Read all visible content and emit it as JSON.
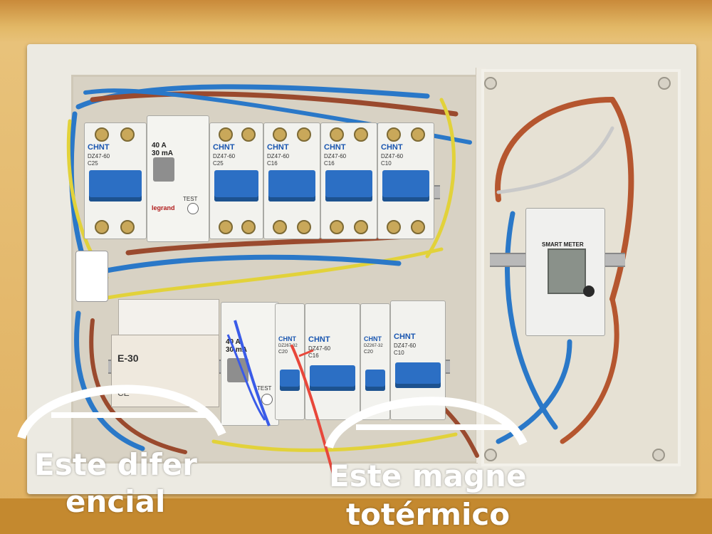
{
  "image": {
    "description_tags": [
      "electrical-panel",
      "circuit-breakers",
      "smart-meter"
    ]
  },
  "panel": {
    "top_breakers": [
      {
        "brand": "CHNT",
        "model": "DZ47-60",
        "rating": "C25"
      },
      {
        "brand": "CHNT",
        "model": "DZ47-60",
        "rating": "C25"
      },
      {
        "brand": "CHNT",
        "model": "DZ47-60",
        "rating": "C16"
      },
      {
        "brand": "CHNT",
        "model": "DZ47-60",
        "rating": "C16"
      },
      {
        "brand": "CHNT",
        "model": "DZ47-60",
        "rating": "C10"
      }
    ],
    "top_rcd": {
      "rating_line1": "40 A",
      "rating_line2": "30 mA",
      "brand": "legrand",
      "test": "TEST"
    },
    "bottom_rcd": {
      "rating_line1": "40 A",
      "rating_line2": "30 mA",
      "test": "TEST"
    },
    "bottom_breakers": [
      {
        "brand": "CHNT",
        "model": "DZ267-32",
        "rating": "C20"
      },
      {
        "brand": "CHNT",
        "model": "DZ47-60",
        "rating": "C16"
      },
      {
        "brand": "CHNT",
        "model": "DZ267-32",
        "rating": "C20"
      },
      {
        "brand": "CHNT",
        "model": "DZ47-60",
        "rating": "C10"
      }
    ],
    "surge_module": {
      "label": "E-30",
      "mark": "CE"
    },
    "smart_meter": {
      "title": "SMART METER"
    }
  },
  "annotations": {
    "left_label_line1": "Este difer",
    "left_label_line2": "encial",
    "right_label_line1": "Este magne",
    "right_label_line2": "totérmico"
  },
  "colors": {
    "annotation_text": "#ffffff",
    "breaker_toggle": "#2c6fc4",
    "wire_blue": "#2a78c8",
    "wire_brown": "#9a4a2e",
    "wire_yellow": "#e2d23a",
    "wall": "#e0b060"
  }
}
